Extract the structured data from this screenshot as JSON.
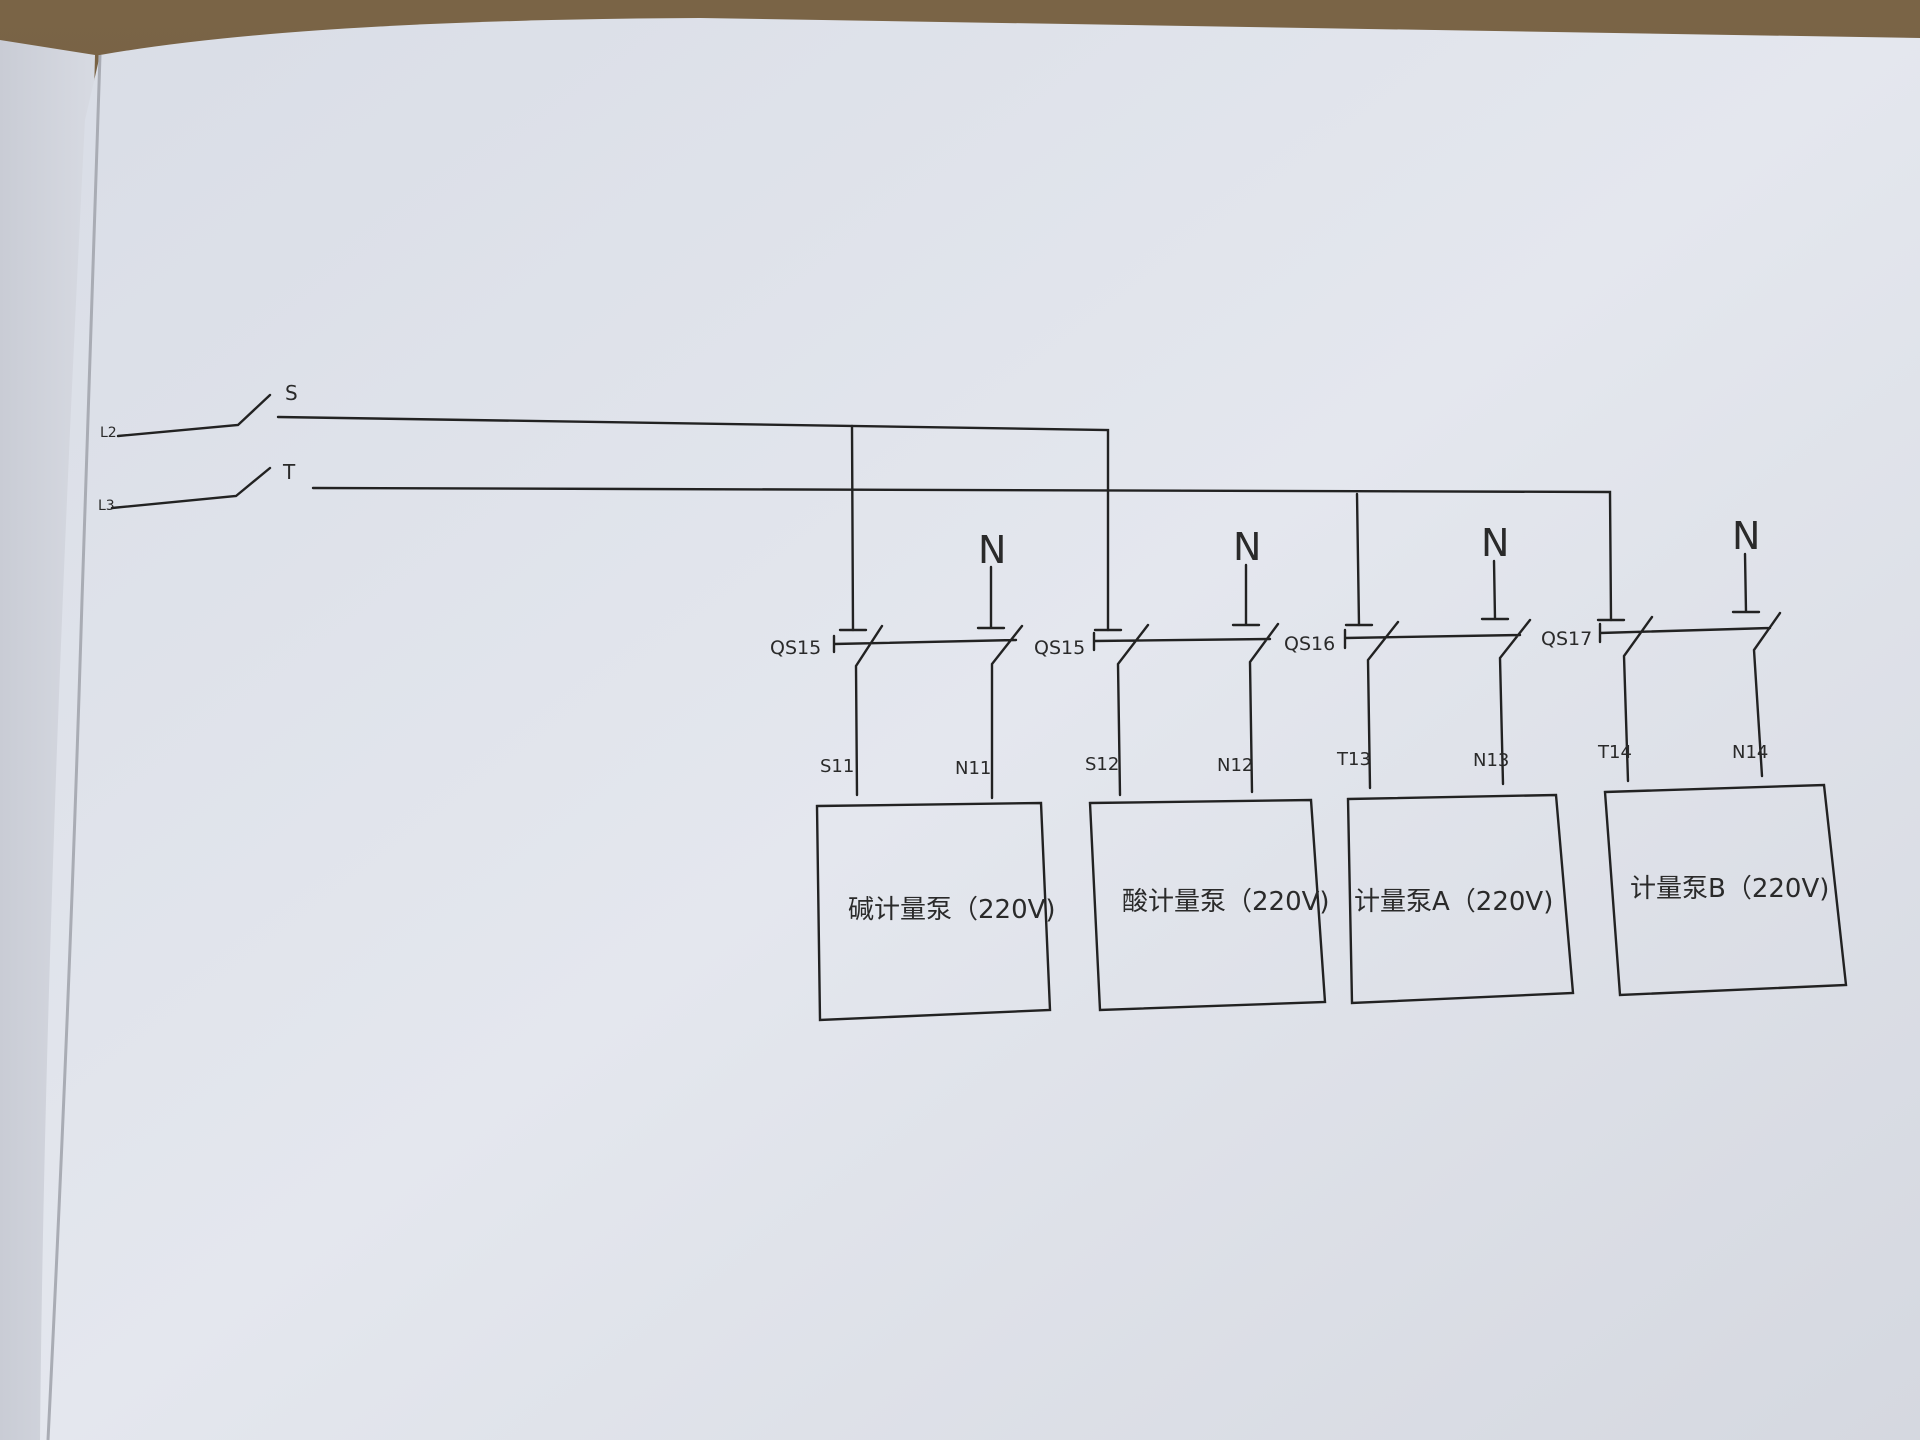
{
  "lines": {
    "l2": {
      "label": "L2",
      "phase": "S"
    },
    "l3": {
      "label": "L3",
      "phase": "T"
    }
  },
  "neutral_label": "N",
  "branches": [
    {
      "breaker": "QS15",
      "phase_terminal": "S11",
      "neutral_terminal": "N11",
      "load": "碱计量泵（220V)"
    },
    {
      "breaker": "QS15",
      "phase_terminal": "S12",
      "neutral_terminal": "N12",
      "load": "酸计量泵（220V)"
    },
    {
      "breaker": "QS16",
      "phase_terminal": "T13",
      "neutral_terminal": "N13",
      "load": "计量泵A（220V)"
    },
    {
      "breaker": "QS17",
      "phase_terminal": "T14",
      "neutral_terminal": "N14",
      "load": "计量泵B（220V)"
    }
  ]
}
